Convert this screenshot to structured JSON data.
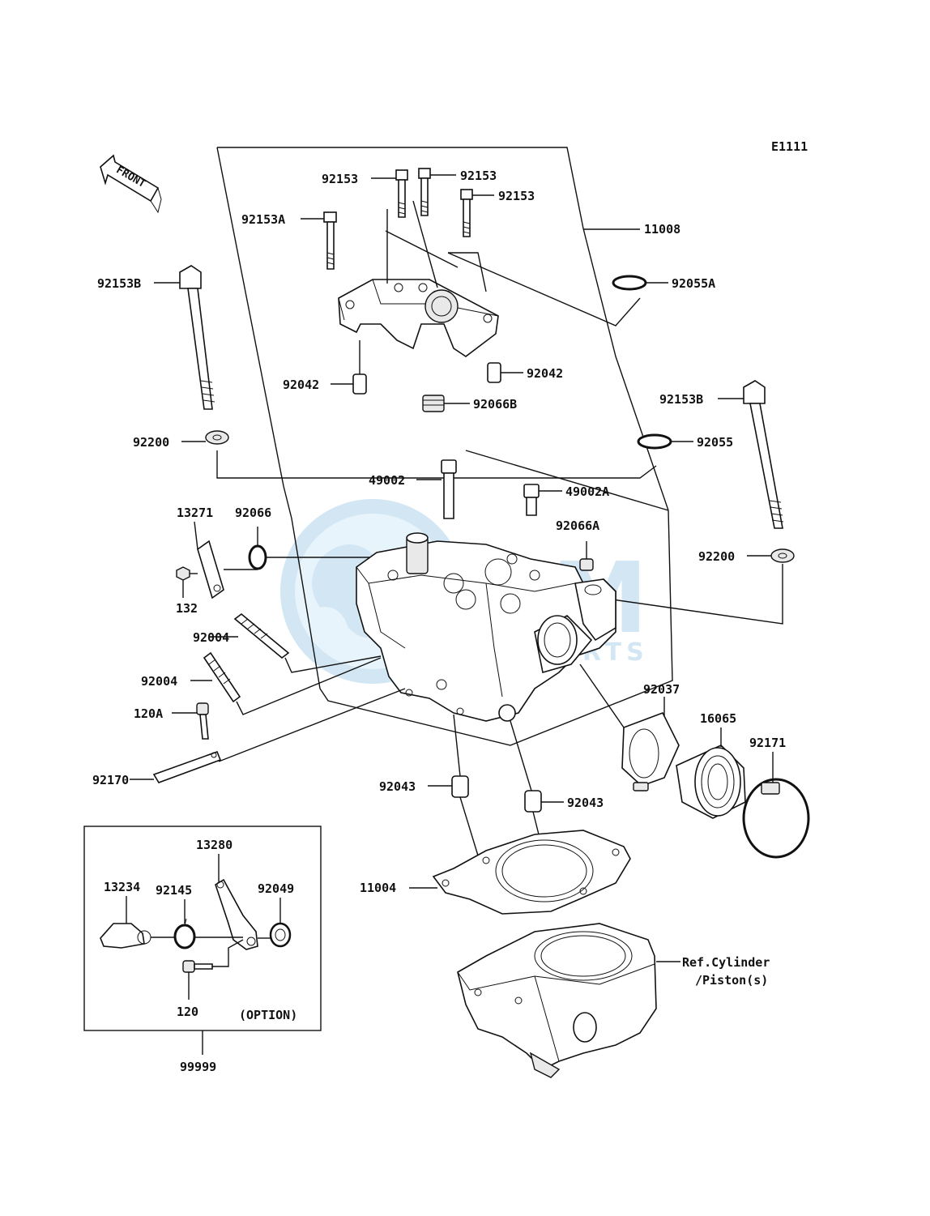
{
  "diagram_code": "E1111",
  "front_label": "FRONT",
  "parts": {
    "p11008": "11008",
    "p92153_a": "92153",
    "p92153_b": "92153",
    "p92153_c": "92153",
    "p92153A": "92153A",
    "p92153B_left": "92153B",
    "p92153B_right": "92153B",
    "p92055A": "92055A",
    "p92055": "92055",
    "p92042_left": "92042",
    "p92042_right": "92042",
    "p92066B": "92066B",
    "p92200_left": "92200",
    "p92200_right": "92200",
    "p49002": "49002",
    "p49002A": "49002A",
    "p13271": "13271",
    "p92066": "92066",
    "p92066A": "92066A",
    "p132": "132",
    "p92004_a": "92004",
    "p92004_b": "92004",
    "p120A": "120A",
    "p92170": "92170",
    "p92037": "92037",
    "p16065": "16065",
    "p92171": "92171",
    "p92043_left": "92043",
    "p92043_right": "92043",
    "p11004": "11004",
    "p13280": "13280",
    "p13234": "13234",
    "p92145": "92145",
    "p92049": "92049",
    "p120": "120",
    "option": "(OPTION)",
    "p99999": "99999",
    "ref_line1": "Ref.Cylinder",
    "ref_line2": "/Piston(s)"
  },
  "watermark": {
    "brand": "GEM",
    "sub": "MOTORPARTS",
    "color": "#7fb8e0"
  }
}
